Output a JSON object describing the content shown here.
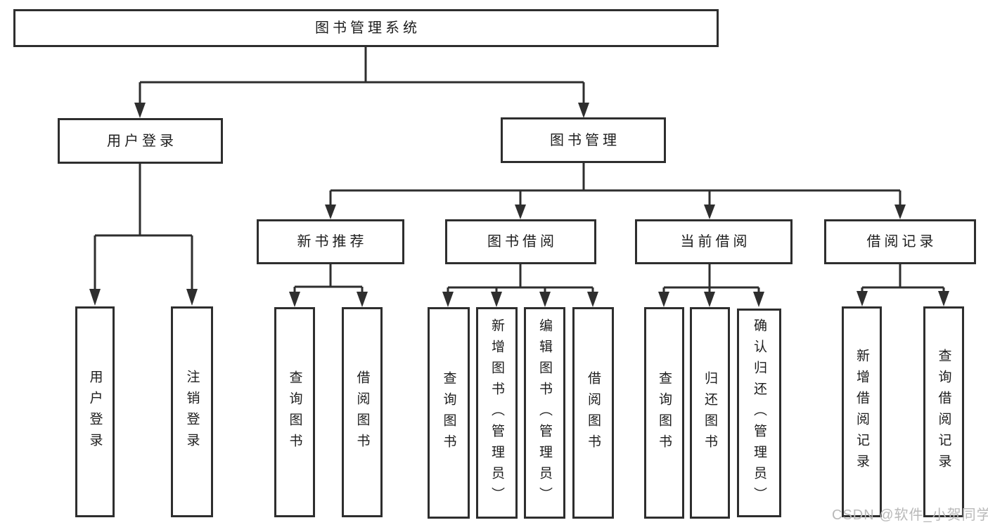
{
  "diagram": {
    "type": "hierarchy-org-chart",
    "nodes": {
      "root": "图书管理系统",
      "user_login": "用户登录",
      "book_management": "图书管理",
      "new_book_recommend": "新书推荐",
      "book_borrow": "图书借阅",
      "current_borrow": "当前借阅",
      "borrow_records": "借阅记录",
      "leaf_user_login": "用户登录",
      "leaf_logout": "注销登录",
      "leaf_rec_query_books": "查询图书",
      "leaf_rec_borrow_books": "借阅图书",
      "leaf_bb_query_books": "查询图书",
      "leaf_bb_add_books": "新增图书（管理员）",
      "leaf_bb_edit_books": "编辑图书（管理员）",
      "leaf_bb_borrow_books": "借阅图书",
      "leaf_cb_query_books": "查询图书",
      "leaf_cb_return_books": "归还图书",
      "leaf_cb_confirm_return": "确认归还（管理员）",
      "leaf_br_add_record": "新增借阅记录",
      "leaf_br_query_record": "查询借阅记录"
    },
    "edges": [
      [
        "图书管理系统",
        "用户登录"
      ],
      [
        "图书管理系统",
        "图书管理"
      ],
      [
        "用户登录",
        "用户登录"
      ],
      [
        "用户登录",
        "注销登录"
      ],
      [
        "图书管理",
        "新书推荐"
      ],
      [
        "图书管理",
        "图书借阅"
      ],
      [
        "图书管理",
        "当前借阅"
      ],
      [
        "图书管理",
        "借阅记录"
      ],
      [
        "新书推荐",
        "查询图书"
      ],
      [
        "新书推荐",
        "借阅图书"
      ],
      [
        "图书借阅",
        "查询图书"
      ],
      [
        "图书借阅",
        "新增图书（管理员）"
      ],
      [
        "图书借阅",
        "编辑图书（管理员）"
      ],
      [
        "图书借阅",
        "借阅图书"
      ],
      [
        "当前借阅",
        "查询图书"
      ],
      [
        "当前借阅",
        "归还图书"
      ],
      [
        "当前借阅",
        "确认归还（管理员）"
      ],
      [
        "借阅记录",
        "新增借阅记录"
      ],
      [
        "借阅记录",
        "查询借阅记录"
      ]
    ],
    "colors": {
      "line": "#2e2e2e",
      "text": "#1d1d1d",
      "background": "#ffffff",
      "watermark": "#b9b9b9"
    }
  },
  "watermark": "CSDN @软件_小贺同学"
}
